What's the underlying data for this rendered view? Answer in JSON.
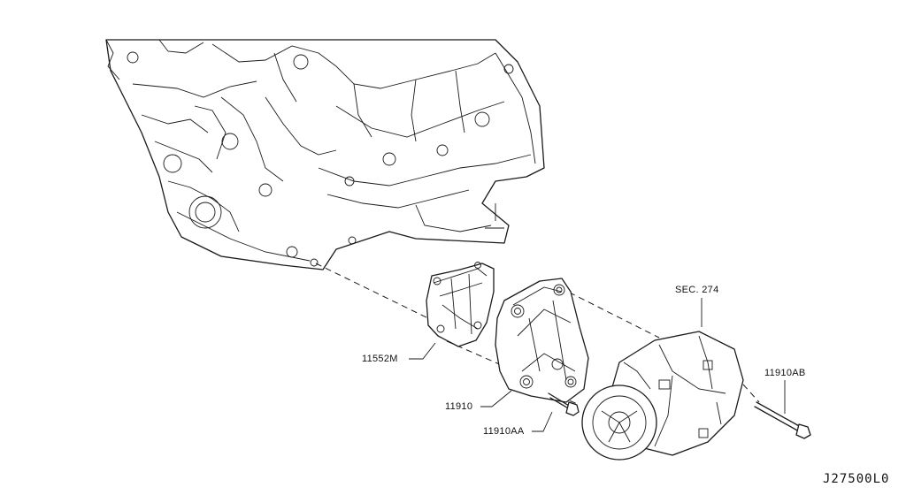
{
  "callouts": {
    "bracket_lower": "11552M",
    "bracket_main": "11910",
    "bolt_front": "11910AA",
    "section_ref": "SEC. 274",
    "bolt_rear": "11910AB"
  },
  "drawing_number": "J27500L0"
}
